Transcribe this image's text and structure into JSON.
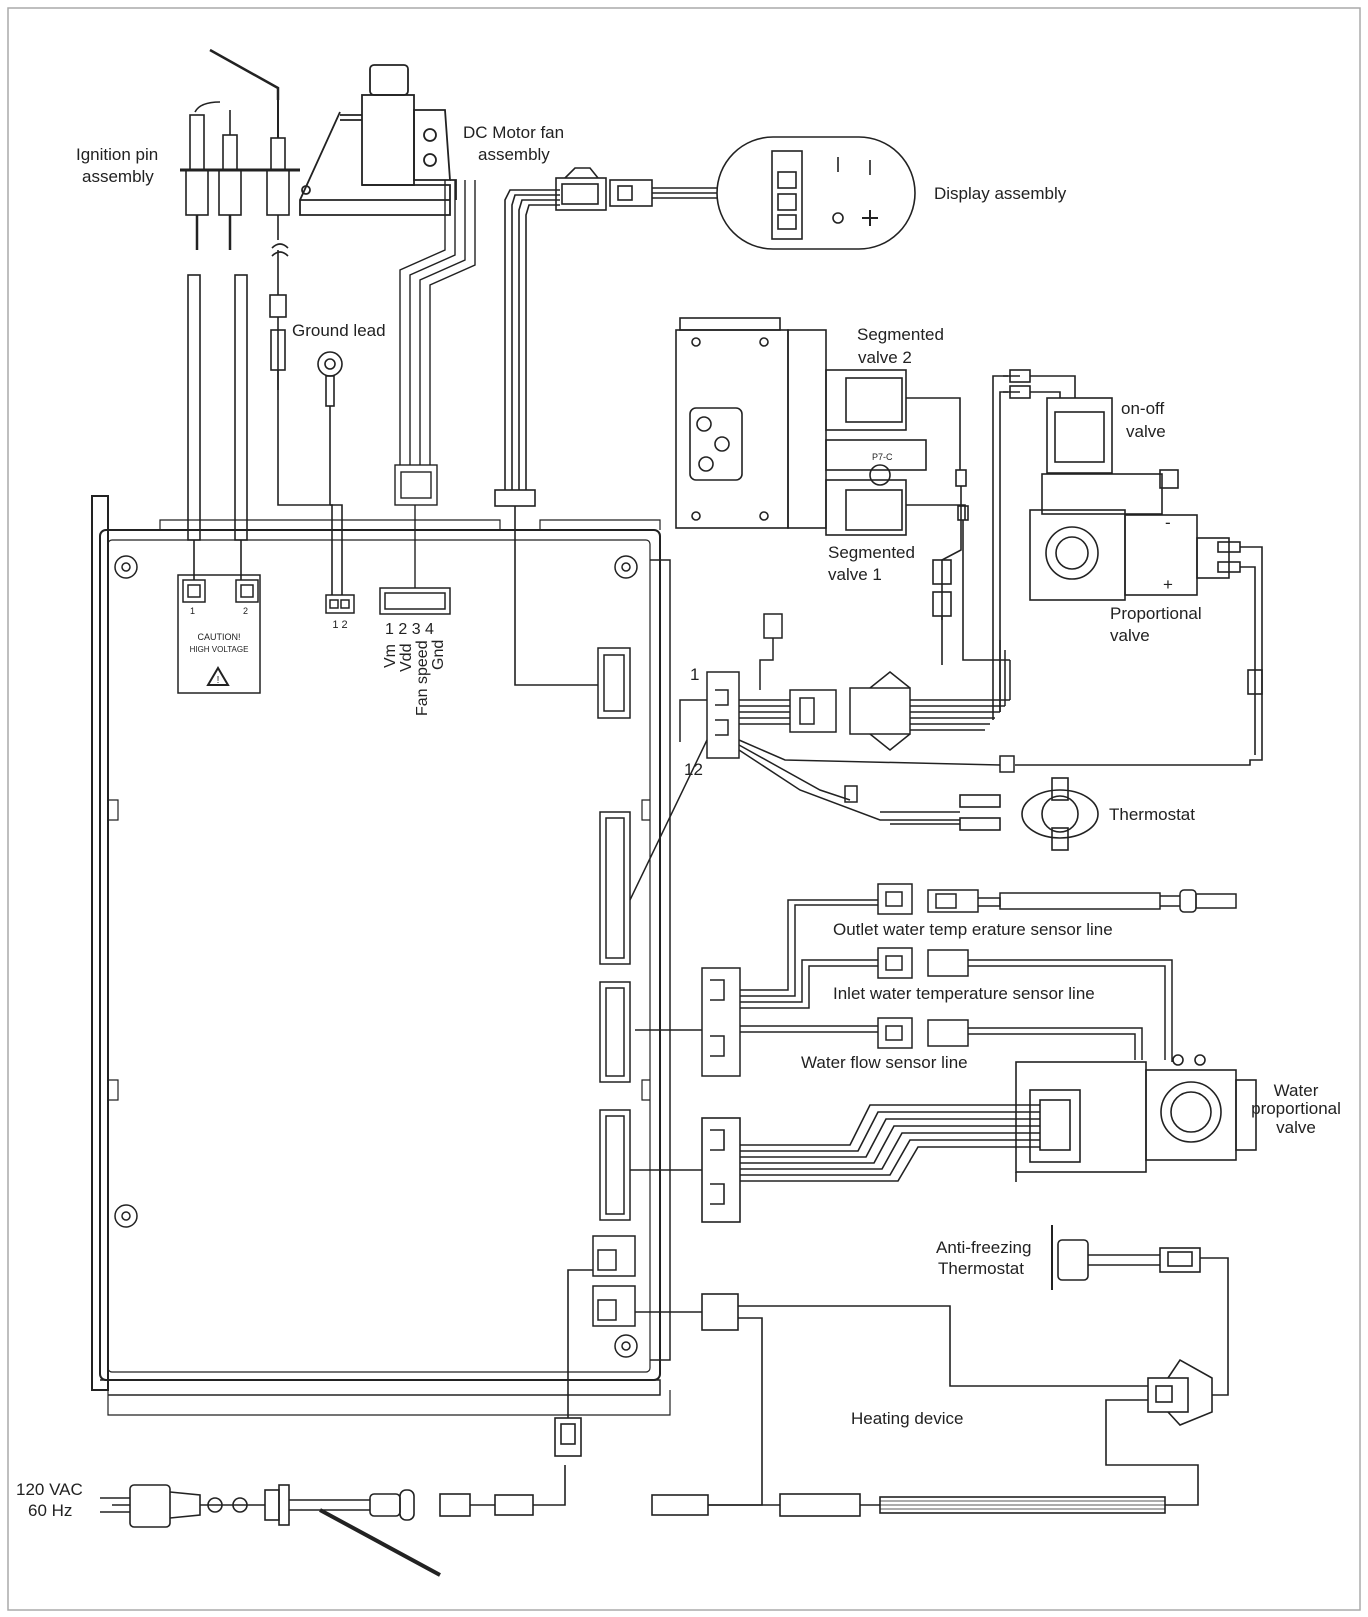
{
  "labels": {
    "ignition_line1": "Ignition pin",
    "ignition_line2": "assembly",
    "fan_line1": "DC Motor fan",
    "fan_line2": "assembly",
    "display": "Display assembly",
    "ground_lead": "Ground lead",
    "seg2_line1": "Segmented",
    "seg2_line2": "valve 2",
    "seg1_line1": "Segmented",
    "seg1_line2": "valve 1",
    "onoff_line1": "on-off",
    "onoff_line2": "valve",
    "prop_line1": "Proportional",
    "prop_line2": "valve",
    "thermostat": "Thermostat",
    "outlet_sensor": "Outlet water temp erature sensor line",
    "inlet_sensor": "Inlet water temperature sensor line",
    "flow_sensor": "Water flow sensor line",
    "water_prop_line1": "Water",
    "water_prop_line2": "proportional",
    "water_prop_line3": "valve",
    "antifreeze_line1": "Anti-freezing",
    "antifreeze_line2": "Thermostat",
    "heating_device": "Heating device",
    "power_line1": "120 VAC",
    "power_line2": "60 Hz",
    "caution_line1": "CAUTION!",
    "caution_line2": "HIGH VOLTAGE"
  },
  "pins": {
    "ground_pins": "1 2",
    "fan_pins": "1 2 3 4",
    "fan_pin_names": [
      "Vm",
      "Vdd",
      "Fan speed",
      "Gnd"
    ],
    "harness_pin_first": "1",
    "harness_pin_last": "12",
    "hv_pin_1": "1",
    "hv_pin_2": "2"
  },
  "icons": {
    "warning": "warning-triangle-icon",
    "mount_hole": "screw-hole-icon",
    "valve_minus": "-",
    "valve_plus": "+"
  },
  "colors": {
    "line": "#222222",
    "background": "#ffffff",
    "frame": "#aaaaaa"
  }
}
